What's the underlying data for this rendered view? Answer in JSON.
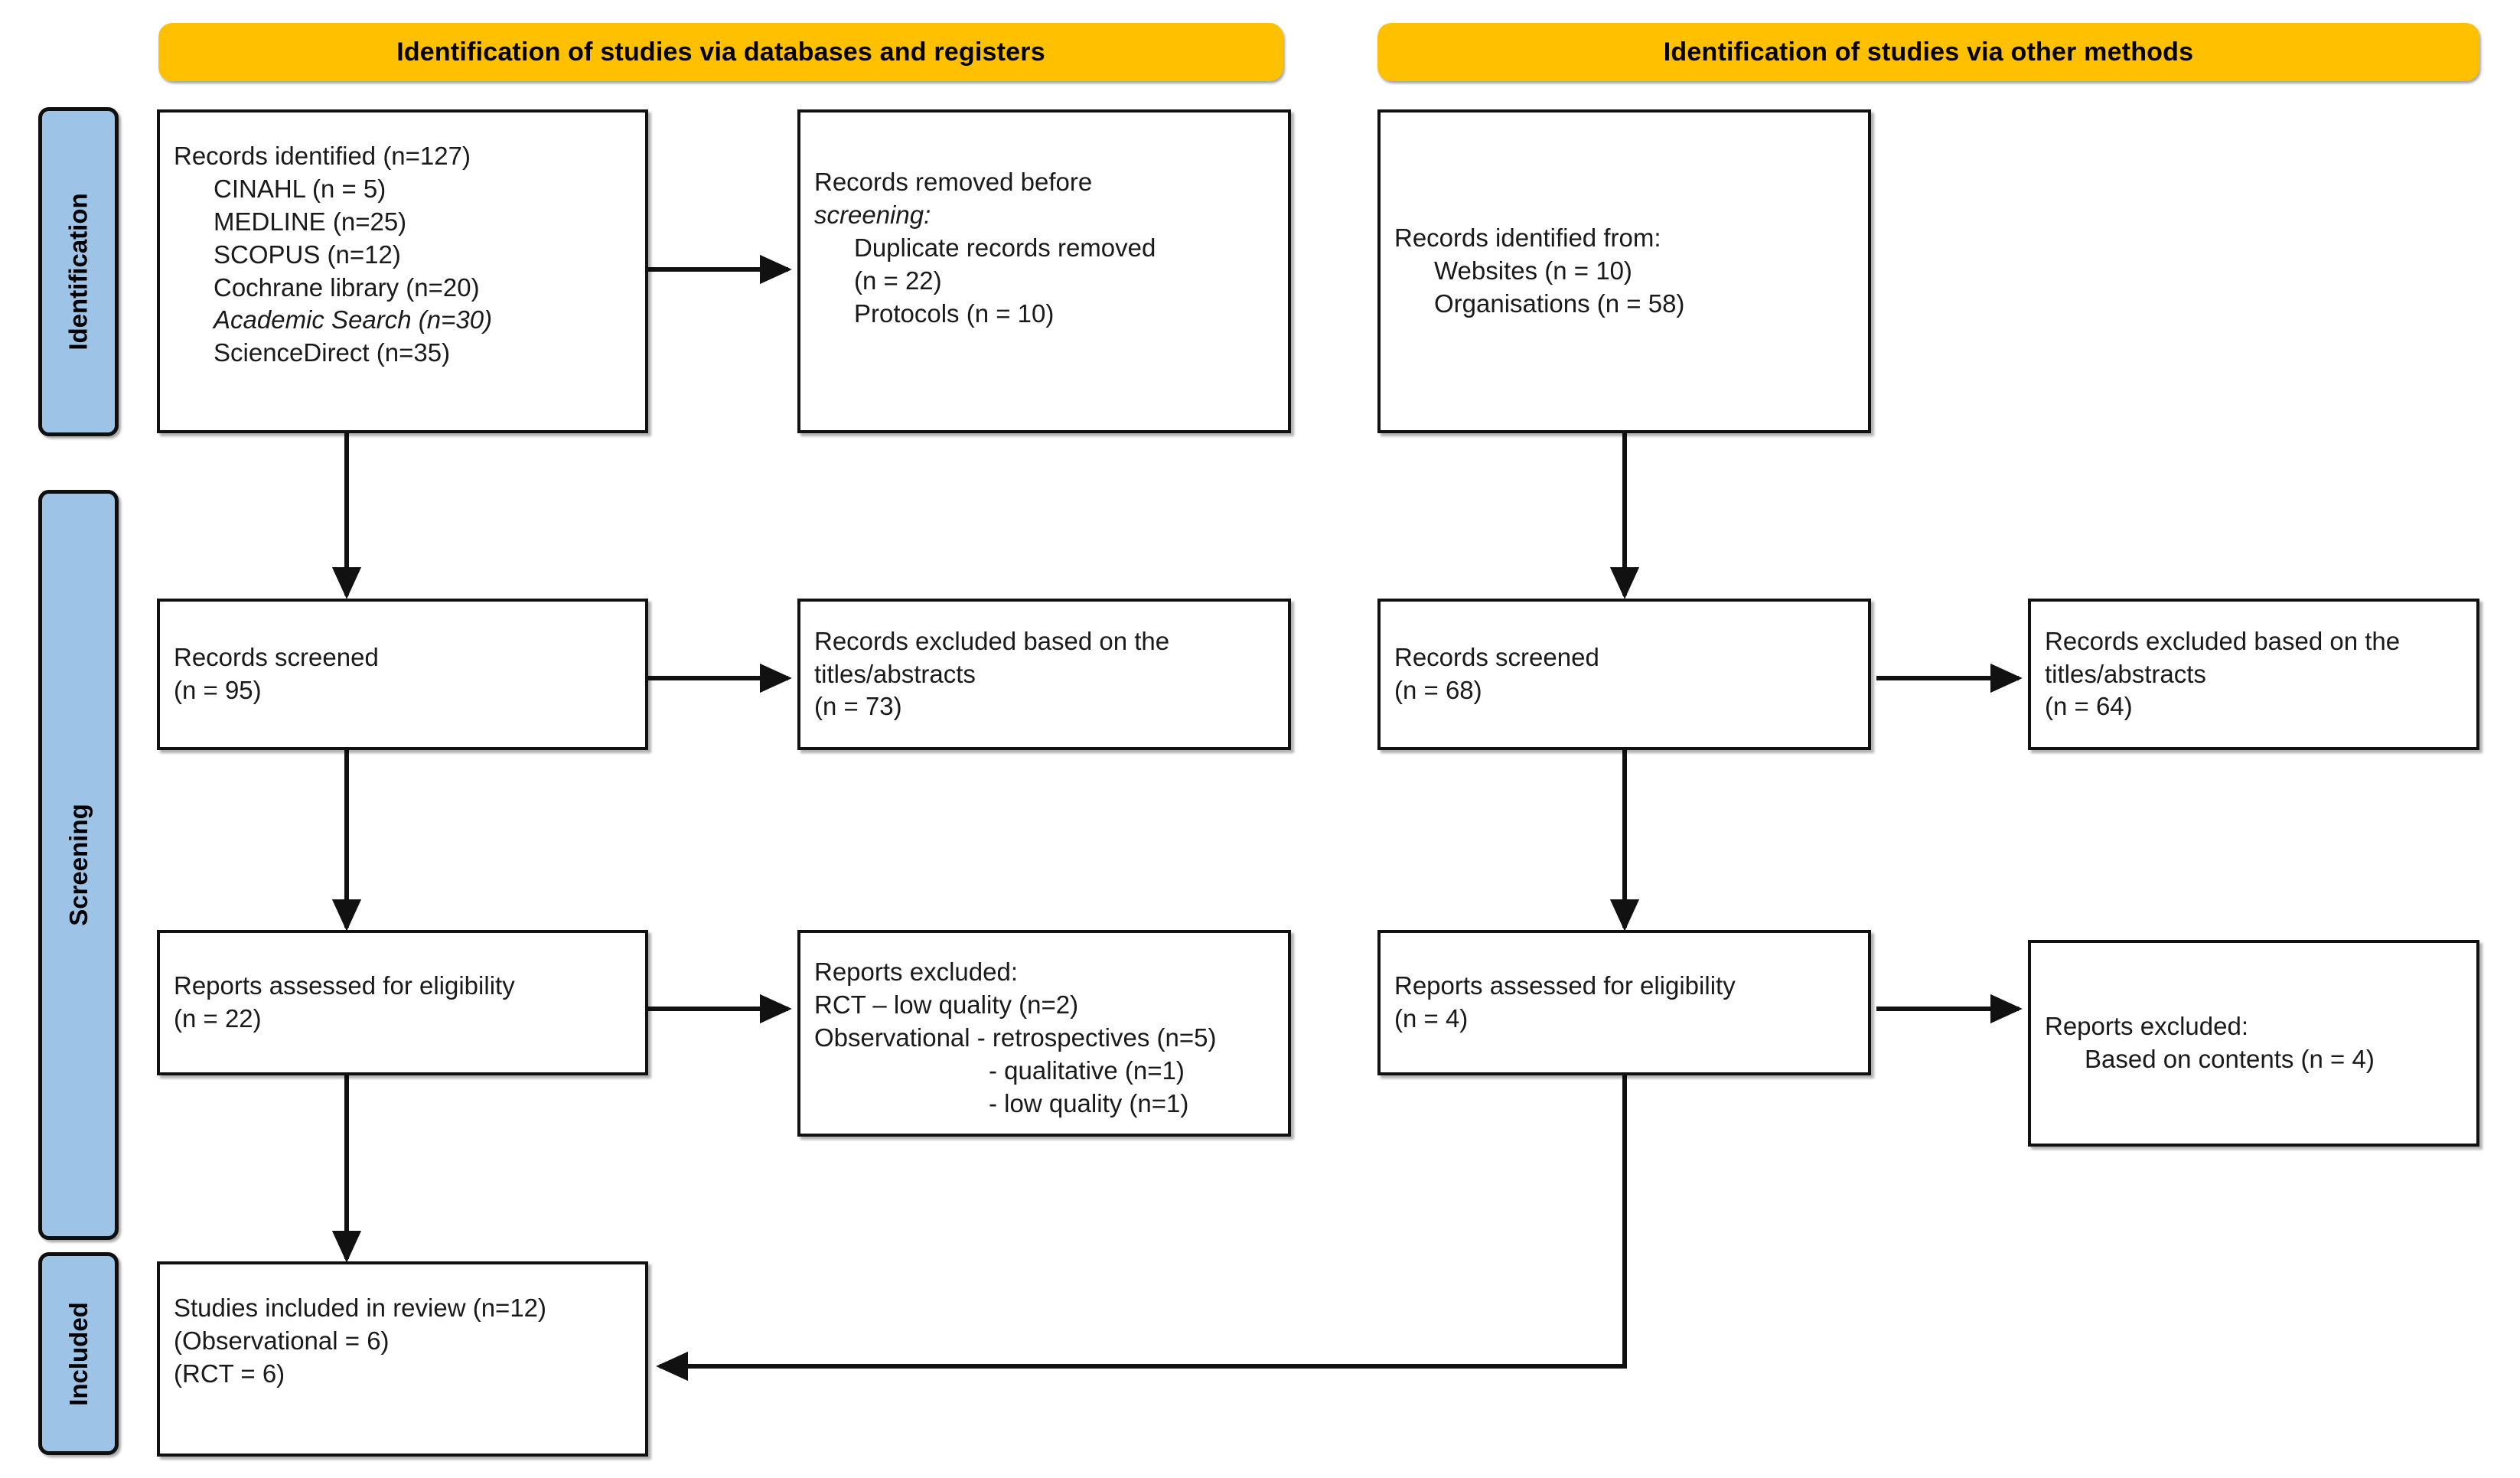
{
  "diagram": {
    "type": "prisma-flow-diagram",
    "accent_banner_color": "#FFC000",
    "stage_pill_color": "#9DC3E6",
    "box_border_color": "#111111",
    "background_color": "#FFFFFF"
  },
  "banners": {
    "left": "Identification of studies via databases and registers",
    "right": "Identification of studies via other methods"
  },
  "stages": [
    {
      "id": "identification",
      "label": "Identification"
    },
    {
      "id": "screening",
      "label": "Screening"
    },
    {
      "id": "included",
      "label": "Included"
    }
  ],
  "boxes": {
    "records_identified": {
      "lines": [
        {
          "text": "Records identified (n=127)",
          "indent": 0,
          "italic": false
        },
        {
          "text": "CINAHL (n = 5)",
          "indent": 1,
          "italic": false
        },
        {
          "text": "MEDLINE (n=25)",
          "indent": 1,
          "italic": false
        },
        {
          "text": "SCOPUS (n=12)",
          "indent": 1,
          "italic": false
        },
        {
          "text": "Cochrane library (n=20)",
          "indent": 1,
          "italic": false
        },
        {
          "text": "Academic Search (n=30)",
          "indent": 1,
          "italic": true
        },
        {
          "text": "ScienceDirect (n=35)",
          "indent": 1,
          "italic": false
        }
      ]
    },
    "records_removed": {
      "lines": [
        {
          "text": "Records removed before",
          "indent": 0,
          "italic": false
        },
        {
          "text": "screening:",
          "indent": 0,
          "italic": true
        },
        {
          "text": "Duplicate records removed",
          "indent": 1,
          "italic": false
        },
        {
          "text": "(n = 22)",
          "indent": 1,
          "italic": false
        },
        {
          "text": "Protocols (n = 10)",
          "indent": 1,
          "italic": false
        }
      ]
    },
    "other_identified": {
      "lines": [
        {
          "text": "Records identified from:",
          "indent": 0,
          "italic": false
        },
        {
          "text": "Websites (n = 10)",
          "indent": 1,
          "italic": false
        },
        {
          "text": "Organisations (n = 58)",
          "indent": 1,
          "italic": false
        }
      ]
    },
    "records_screened_db": {
      "lines": [
        {
          "text": "Records screened",
          "indent": 0,
          "italic": false
        },
        {
          "text": "(n = 95)",
          "indent": 0,
          "italic": false
        }
      ]
    },
    "records_excluded_db": {
      "lines": [
        {
          "text": "Records excluded based on the",
          "indent": 0,
          "italic": false
        },
        {
          "text": "titles/abstracts",
          "indent": 0,
          "italic": false
        },
        {
          "text": "(n = 73)",
          "indent": 0,
          "italic": false
        }
      ]
    },
    "records_screened_other": {
      "lines": [
        {
          "text": "Records screened",
          "indent": 0,
          "italic": false
        },
        {
          "text": "(n = 68)",
          "indent": 0,
          "italic": false
        }
      ]
    },
    "records_excluded_other": {
      "lines": [
        {
          "text": "Records excluded based on the",
          "indent": 0,
          "italic": false
        },
        {
          "text": "titles/abstracts",
          "indent": 0,
          "italic": false
        },
        {
          "text": "(n = 64)",
          "indent": 0,
          "italic": false
        }
      ]
    },
    "reports_eligibility_db": {
      "lines": [
        {
          "text": "Reports assessed for eligibility",
          "indent": 0,
          "italic": false
        },
        {
          "text": "(n = 22)",
          "indent": 0,
          "italic": false
        }
      ]
    },
    "reports_excluded_db": {
      "lines": [
        {
          "text": "Reports excluded:",
          "indent": 0,
          "italic": false
        },
        {
          "text": "RCT – low quality (n=2)",
          "indent": 0,
          "italic": false
        },
        {
          "text": "Observational - retrospectives (n=5)",
          "indent": 0,
          "italic": false
        },
        {
          "text": "- qualitative (n=1)",
          "indent": 2,
          "italic": false
        },
        {
          "text": "- low quality (n=1)",
          "indent": 2,
          "italic": false
        }
      ]
    },
    "reports_eligibility_other": {
      "lines": [
        {
          "text": "Reports assessed for eligibility",
          "indent": 0,
          "italic": false
        },
        {
          "text": "(n = 4)",
          "indent": 0,
          "italic": false
        }
      ]
    },
    "reports_excluded_other": {
      "lines": [
        {
          "text": "Reports excluded:",
          "indent": 0,
          "italic": false
        },
        {
          "text": "Based on contents (n = 4)",
          "indent": 1,
          "italic": false
        }
      ]
    },
    "studies_included": {
      "lines": [
        {
          "text": "Studies included in review (n=12)",
          "indent": 0,
          "italic": false
        },
        {
          "text": "(Observational = 6)",
          "indent": 0,
          "italic": false
        },
        {
          "text": "(RCT = 6)",
          "indent": 0,
          "italic": false
        }
      ]
    }
  }
}
